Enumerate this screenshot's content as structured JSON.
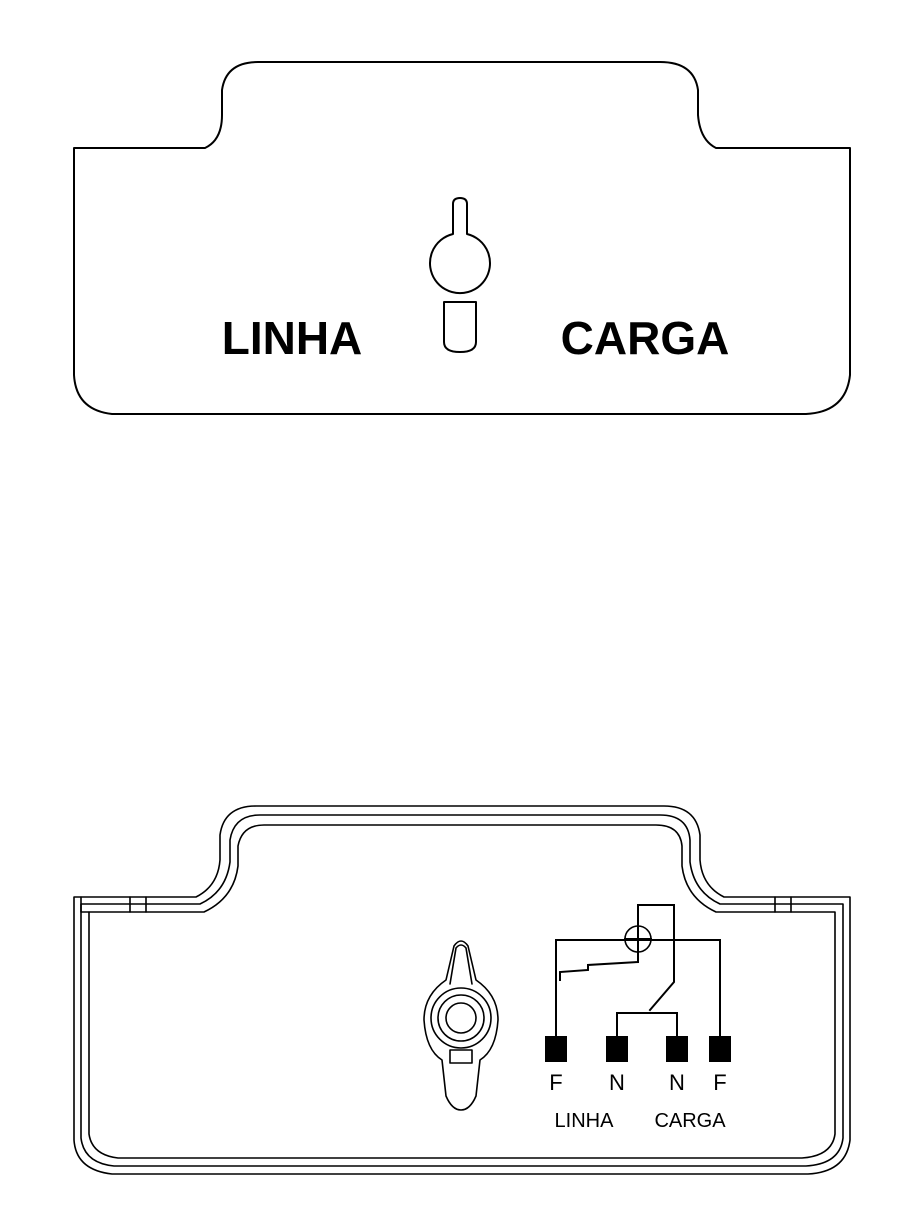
{
  "top_cover": {
    "left_label": "LINHA",
    "right_label": "CARGA"
  },
  "bottom_base": {
    "terminals": [
      {
        "id": "F1",
        "label": "F"
      },
      {
        "id": "N1",
        "label": "N"
      },
      {
        "id": "N2",
        "label": "N"
      },
      {
        "id": "F2",
        "label": "F"
      }
    ],
    "left_group_label": "LINHA",
    "right_group_label": "CARGA"
  },
  "colors": {
    "line": "#000000",
    "background": "#ffffff"
  }
}
